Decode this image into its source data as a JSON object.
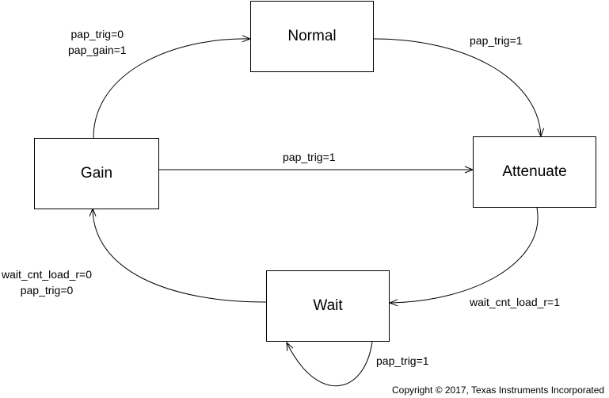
{
  "states": {
    "normal": "Normal",
    "attenuate": "Attenuate",
    "wait": "Wait",
    "gain": "Gain"
  },
  "transitions": {
    "gain_to_normal": [
      "pap_trig=0",
      "pap_gain=1"
    ],
    "normal_to_attenuate": "pap_trig=1",
    "gain_to_attenuate": "pap_trig=1",
    "attenuate_to_wait": "wait_cnt_load_r=1",
    "wait_to_gain": [
      "wait_cnt_load_r=0",
      "pap_trig=0"
    ],
    "wait_self": "pap_trig=1"
  },
  "copyright": "Copyright © 2017, Texas Instruments Incorporated"
}
